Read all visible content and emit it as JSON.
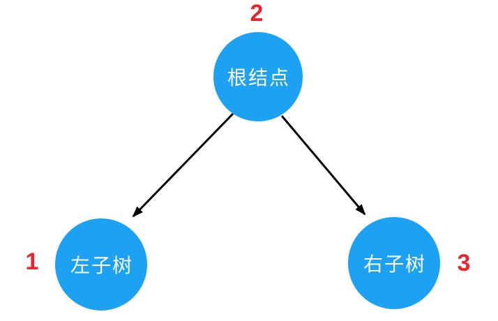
{
  "diagram": {
    "type": "binary-tree",
    "nodes": {
      "root": {
        "label": "根结点",
        "order_label": "2"
      },
      "left": {
        "label": "左子树",
        "order_label": "1"
      },
      "right": {
        "label": "右子树",
        "order_label": "3"
      }
    },
    "edges": [
      {
        "from": "root",
        "to": "left"
      },
      {
        "from": "root",
        "to": "right"
      }
    ],
    "colors": {
      "node_fill": "#1da1f2",
      "node_text": "#ffffff",
      "order_label": "#e8252a",
      "arrow": "#000000",
      "background": "#ffffff"
    }
  }
}
